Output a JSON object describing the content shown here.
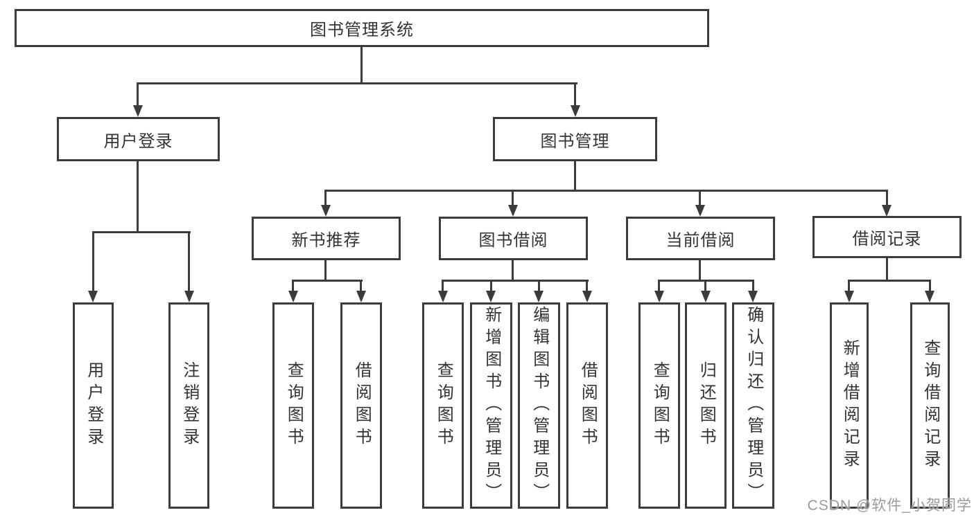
{
  "diagram": {
    "root": {
      "label": "图书管理系统"
    },
    "branches": [
      {
        "label": "用户登录",
        "children": [
          "用户登录",
          "注销登录"
        ]
      },
      {
        "label": "图书管理"
      }
    ],
    "modules": [
      {
        "label": "新书推荐",
        "children": [
          "查询图书",
          "借阅图书"
        ]
      },
      {
        "label": "图书借阅",
        "children": [
          "查询图书",
          "新增图书（管理员）",
          "编辑图书（管理员）",
          "借阅图书"
        ]
      },
      {
        "label": "当前借阅",
        "children": [
          "查询图书",
          "归还图书",
          "确认归还（管理员）"
        ]
      },
      {
        "label": "借阅记录",
        "children": [
          "新增借阅记录",
          "查询借阅记录"
        ]
      }
    ]
  },
  "watermark": {
    "text": "CSDN @软件_小贺同学"
  },
  "colors": {
    "line": "#3b3b3b",
    "text": "#333333",
    "background": "#ffffff",
    "watermark": "#9a9a9a"
  }
}
